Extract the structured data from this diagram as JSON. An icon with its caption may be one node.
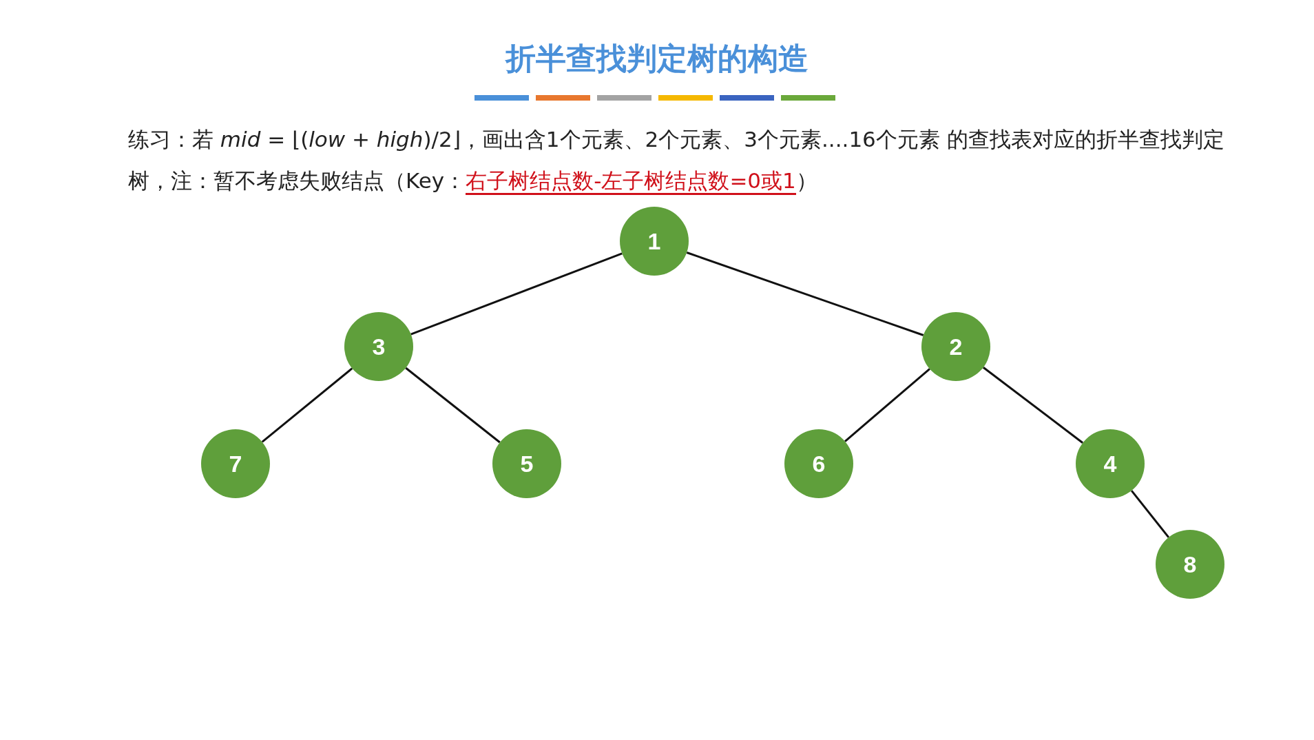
{
  "diagram": {
    "title": "折半查找判定树的构造",
    "nodes": [
      {
        "text": [
          "1"
        ]
      },
      {
        "text": [
          "3"
        ]
      },
      {
        "text": [
          "2"
        ]
      },
      {
        "text": [
          "7"
        ]
      },
      {
        "text": [
          "5"
        ]
      },
      {
        "text": [
          "6"
        ]
      },
      {
        "text": [
          "4"
        ]
      },
      {
        "text": [
          "8"
        ]
      }
    ],
    "edges": [
      {
        "from": 0,
        "to": 1,
        "arrow": "none"
      },
      {
        "from": 0,
        "to": 2,
        "arrow": "none"
      },
      {
        "from": 1,
        "to": 3,
        "arrow": "none"
      },
      {
        "from": 1,
        "to": 4,
        "arrow": "none"
      },
      {
        "from": 2,
        "to": 5,
        "arrow": "none"
      },
      {
        "from": 2,
        "to": 6,
        "arrow": "none"
      },
      {
        "from": 6,
        "to": 7,
        "arrow": "none"
      }
    ],
    "labels": [
      "练习：若 *mid* = ⌊(*low* + *high*)/2⌋，画出含1个元素、2个元素、3个元素....16个元素 的查找表对应的折半查找判定树，注：暂不考虑失败结点（Key：",
      "右子树结点数-左子树结点数=0或1",
      "）"
    ]
  }
}
